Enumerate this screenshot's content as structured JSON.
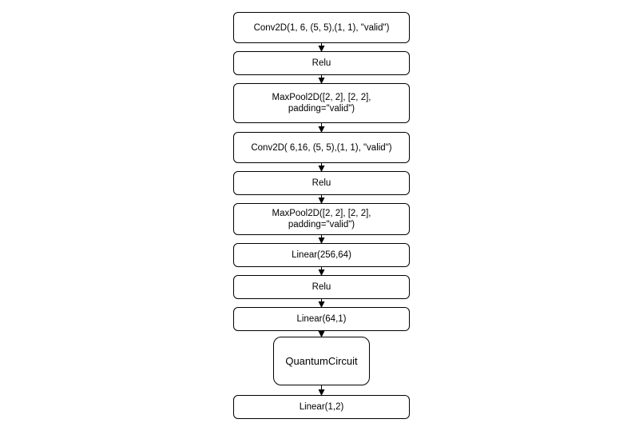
{
  "diagram": {
    "nodes": [
      {
        "id": "conv1",
        "label": "Conv2D(1, 6, (5, 5),(1, 1), \"valid\")"
      },
      {
        "id": "relu1",
        "label": "Relu"
      },
      {
        "id": "pool1",
        "label": "MaxPool2D([2, 2], [2, 2],\npadding=\"valid\")"
      },
      {
        "id": "conv2",
        "label": "Conv2D( 6,16, (5, 5),(1, 1), \"valid\")"
      },
      {
        "id": "relu2",
        "label": "Relu"
      },
      {
        "id": "pool2",
        "label": "MaxPool2D([2, 2], [2, 2],\npadding=\"valid\")"
      },
      {
        "id": "lin1",
        "label": "Linear(256,64)"
      },
      {
        "id": "relu3",
        "label": "Relu"
      },
      {
        "id": "lin2",
        "label": "Linear(64,1)"
      },
      {
        "id": "qc",
        "label": "QuantumCircuit"
      },
      {
        "id": "lin3",
        "label": "Linear(1,2)"
      }
    ],
    "edges": [
      [
        "conv1",
        "relu1"
      ],
      [
        "relu1",
        "pool1"
      ],
      [
        "pool1",
        "conv2"
      ],
      [
        "conv2",
        "relu2"
      ],
      [
        "relu2",
        "pool2"
      ],
      [
        "pool2",
        "lin1"
      ],
      [
        "lin1",
        "relu3"
      ],
      [
        "relu3",
        "lin2"
      ],
      [
        "lin2",
        "qc"
      ],
      [
        "qc",
        "lin3"
      ]
    ]
  }
}
